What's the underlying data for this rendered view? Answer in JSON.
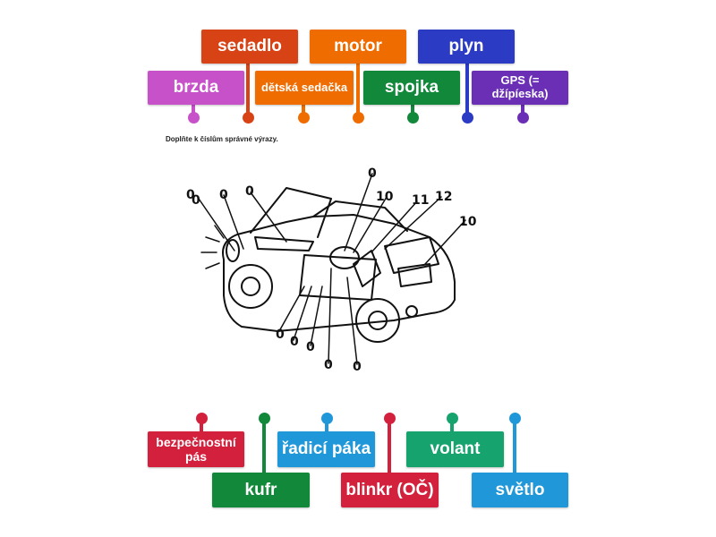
{
  "instruction": "Doplňte k číslům správné výrazy.",
  "top_tags": [
    {
      "label": "sedadlo",
      "color": "#d84315"
    },
    {
      "label": "motor",
      "color": "#ef6c00"
    },
    {
      "label": "plyn",
      "color": "#2b3bc4"
    },
    {
      "label": "brzda",
      "color": "#c751c9"
    },
    {
      "label": "dětská sedačka",
      "color": "#ef6c00"
    },
    {
      "label": "spojka",
      "color": "#12883a"
    },
    {
      "label": "GPS (= džípíeska)",
      "color": "#6a2fb5"
    }
  ],
  "bottom_tags": [
    {
      "label": "bezpečnostní pás",
      "color": "#d3203c"
    },
    {
      "label": "kufr",
      "color": "#12883a"
    },
    {
      "label": "řadicí páka",
      "color": "#1f97d8"
    },
    {
      "label": "blinkr (OČ)",
      "color": "#d3203c"
    },
    {
      "label": "volant",
      "color": "#16a36d"
    },
    {
      "label": "světlo",
      "color": "#1f97d8"
    }
  ],
  "diagram_labels": [
    "0",
    "0",
    "0",
    "0",
    "10",
    "11",
    "12",
    "10",
    "0",
    "0",
    "0",
    "0",
    "0",
    "0"
  ]
}
